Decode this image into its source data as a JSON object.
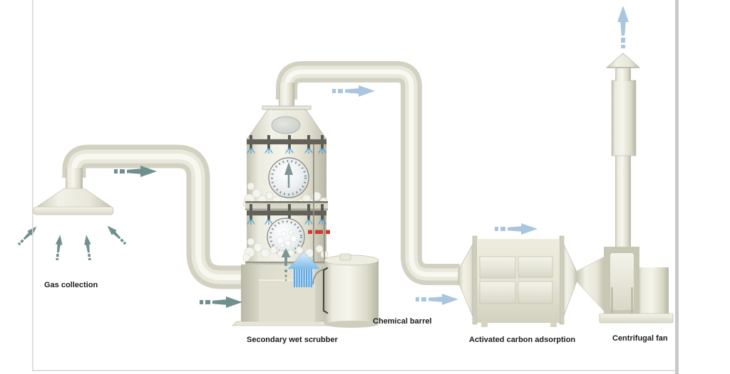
{
  "page": {
    "background": "#ffffff",
    "left_border_color": "#d6d6d6",
    "bottom_border_color": "#d6d6d6",
    "right_bar_color": "#c9c9c9"
  },
  "diagram": {
    "labels": {
      "gas_collection": "Gas collection",
      "secondary_wet_scrubber": "Secondary wet scrubber",
      "chemical_barrel": "Chemical barrel",
      "activated_carbon_adsorption": "Activated carbon adsorption",
      "centrifugal_fan": "Centrifugal fan"
    },
    "flow_order": [
      "Gas collection",
      "Secondary wet scrubber",
      "Activated carbon adsorption",
      "Centrifugal fan"
    ],
    "colors": {
      "dirty_gas_arrow": "#6e908e",
      "clean_gas_arrow": "#a9c6de",
      "spray_blue": "#3f9bd8",
      "water_arrow_stripe": "#5aa8e2",
      "valve_red": "#d23b2f",
      "needle_teal": "#7e9794",
      "equipment_light": "#f4f3ea",
      "equipment_mid": "#deddcd",
      "equipment_dark": "#c2c1af",
      "header_bar": "#62625b",
      "label_text": "#1c1c1c"
    }
  }
}
